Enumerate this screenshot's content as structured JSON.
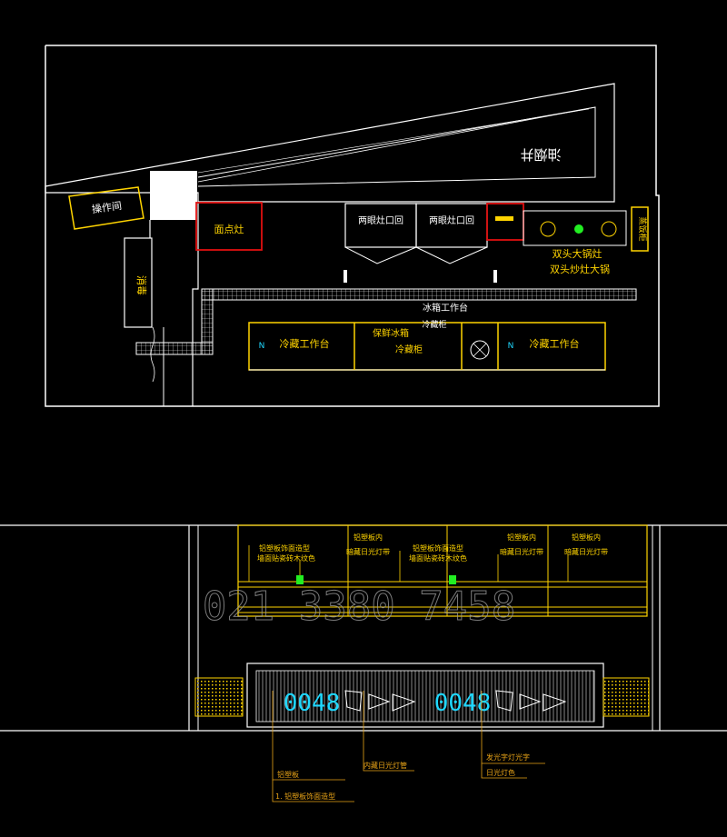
{
  "plan": {
    "room_top_right": "油烟井",
    "room_left_top": "操作间",
    "room_left": "消毒",
    "station_red": "面点灶",
    "station_hood_1": "两眼灶口回",
    "station_hood_2": "两眼灶口回",
    "station_right_top": "双头大锅灶",
    "station_right_bottom": "双头炒灶大锅",
    "station_far_right": "蒸饭柜",
    "aisle_label": "冰箱工作台",
    "workbench_left": "冷藏工作台",
    "workbench_mid_1": "保鲜冰箱",
    "workbench_mid_2": "冷藏柜",
    "workbench_mid_top": "冷藏柜",
    "workbench_right": "冷藏工作台",
    "bench_marker_left": "N",
    "bench_marker_right": "N"
  },
  "elevation": {
    "watermark": "021 3380 7458",
    "note_1": "铝塑板饰面造型",
    "note_1b": "墙面贴瓷砖木纹色",
    "note_2": "铝塑板内",
    "note_2b": "暗藏日光灯带",
    "note_3": "铝塑板饰面造型",
    "note_3b": "墙面贴瓷砖木纹色",
    "note_4": "铝塑板内",
    "note_4b": "暗藏日光灯带",
    "sign_number_1": "0048",
    "sign_number_2": "0048",
    "callout_a": "铝塑板",
    "callout_b": "1. 铝塑板饰面造型",
    "callout_c": "内藏日光灯管",
    "callout_d": "发光字灯光字",
    "callout_e": "日光灯色"
  },
  "colors": {
    "line": "#ffffff",
    "yellow": "#ffd400",
    "orange": "#e8a317",
    "red": "#e01010",
    "cyan": "#1fd8ff",
    "green": "#22ee22"
  }
}
